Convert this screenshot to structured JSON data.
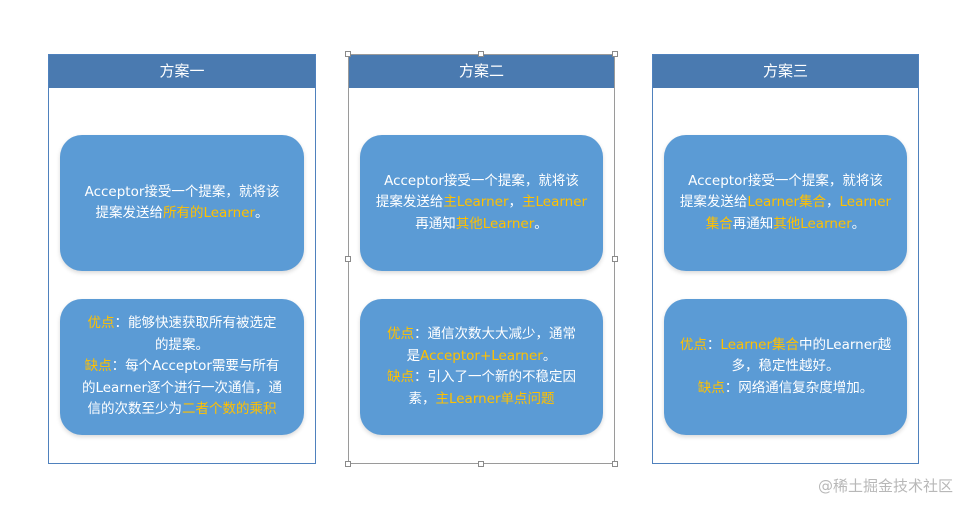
{
  "panels": [
    {
      "title": "方案一",
      "top_lines": [
        [
          {
            "t": "Acceptor接受一个提案，就将该"
          }
        ],
        [
          {
            "t": "提案发送给"
          },
          {
            "t": "所有的Learner",
            "hl": true
          },
          {
            "t": "。"
          }
        ]
      ],
      "bottom_lines": [
        [
          {
            "t": "优点",
            "hl": true
          },
          {
            "t": "：能够快速获取所有被选定"
          }
        ],
        [
          {
            "t": "的提案。"
          }
        ],
        [
          {
            "t": "缺点",
            "hl": true
          },
          {
            "t": "：每个Acceptor需要与所有"
          }
        ],
        [
          {
            "t": "的Learner逐个进行一次通信，通"
          }
        ],
        [
          {
            "t": "信的次数至少为"
          },
          {
            "t": "二者个数的乘积",
            "hl": true
          }
        ]
      ]
    },
    {
      "title": "方案二",
      "top_lines": [
        [
          {
            "t": "Acceptor接受一个提案，就将该"
          }
        ],
        [
          {
            "t": "提案发送给"
          },
          {
            "t": "主Learner",
            "hl": true
          },
          {
            "t": "，"
          },
          {
            "t": "主Learner",
            "hl": true
          }
        ],
        [
          {
            "t": "再通知"
          },
          {
            "t": "其他Learner",
            "hl": true
          },
          {
            "t": "。"
          }
        ]
      ],
      "bottom_lines": [
        [
          {
            "t": "优点",
            "hl": true
          },
          {
            "t": "：通信次数大大减少，通常"
          }
        ],
        [
          {
            "t": "是"
          },
          {
            "t": "Acceptor+Learner",
            "hl": true
          },
          {
            "t": "。"
          }
        ],
        [
          {
            "t": "缺点",
            "hl": true
          },
          {
            "t": "：引入了一个新的不稳定因"
          }
        ],
        [
          {
            "t": "素，"
          },
          {
            "t": "主Learner单点问题",
            "hl": true
          }
        ]
      ]
    },
    {
      "title": "方案三",
      "top_lines": [
        [
          {
            "t": "Acceptor接受一个提案，就将该"
          }
        ],
        [
          {
            "t": "提案发送给"
          },
          {
            "t": "Learner集合",
            "hl": true
          },
          {
            "t": "，"
          },
          {
            "t": "Learner",
            "hl": true
          }
        ],
        [
          {
            "t": "集合",
            "hl": true
          },
          {
            "t": "再通知"
          },
          {
            "t": "其他Learner",
            "hl": true
          },
          {
            "t": "。"
          }
        ]
      ],
      "bottom_lines": [
        [
          {
            "t": "优点",
            "hl": true
          },
          {
            "t": "："
          },
          {
            "t": "Learner集合",
            "hl": true
          },
          {
            "t": "中的Learner越"
          }
        ],
        [
          {
            "t": "多，稳定性越好。"
          }
        ],
        [
          {
            "t": "缺点",
            "hl": true
          },
          {
            "t": "：网络通信复杂度增加。"
          }
        ]
      ]
    }
  ],
  "watermark": "@稀土掘金技术社区",
  "colors": {
    "header_bg": "#4a7ab0",
    "bubble_bg": "#5b9bd5",
    "highlight": "#ffc000",
    "panel_border": "#4f81bd"
  }
}
